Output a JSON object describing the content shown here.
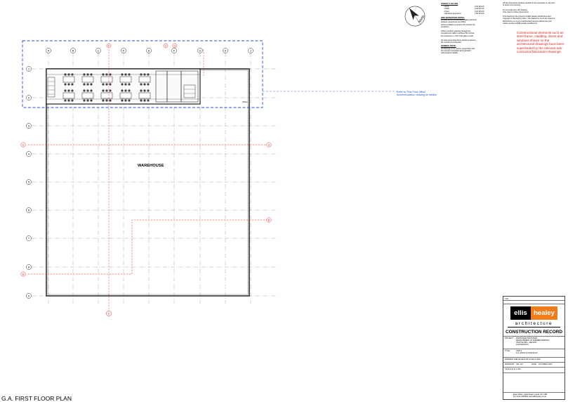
{
  "north_label": "North",
  "warehouse_label": "WAREHOUSE",
  "page_title": "G.A. FIRST FLOOR PLAN",
  "office_note": [
    "Refer to 'First Floor Office",
    "Accommodation' drawing for details"
  ],
  "office_label": "Office",
  "red_note": "Constructional elements such as steel frame, cladding, doors and windows shown on the architectural drawings have been superseded by the relevant sub-contractor/fabrication drawings.",
  "grid_columns": [
    "A",
    "B",
    "C",
    "D",
    "E",
    "F",
    "G",
    "H",
    "J"
  ],
  "grid_rows": [
    "1",
    "2",
    "3",
    "4",
    "5",
    "6",
    "7",
    "8",
    "9"
  ],
  "fire_markers_col": [
    "D",
    "G"
  ],
  "fire_markers_edge": [
    "A",
    "A",
    "B",
    "B"
  ],
  "notes_left": {
    "target_heading": "TARGET U-VALUES",
    "target_lines": [
      "Roof:",
      "Walls:",
      "Floor:",
      "Windows and doors:"
    ],
    "target_values": [
      "0.20 W/m²K",
      "0.23 W/m²K",
      "0.22 W/m²K",
      "1.60 W/m²K"
    ],
    "fire_heading": "FIRE SEPARATION NOTES:",
    "fire_lines": [
      "All steel within compartment walls and floors",
      "between warehouse and office",
      "accommodation to achieve 60 minutes fire",
      "protection.",
      "",
      "Active members passing through the",
      "compartment walls to achieve 60 minutes",
      "fire protection to 1.5m both sides of wall.",
      "",
      "All steel supporting floors shown to achieve",
      "60 minutes fire protection."
    ],
    "general_heading": "GENERAL NOTE:",
    "general_lines": [
      "All drawings to be read in conjunction with",
      "the relevant consultant and specialist",
      "subcontractor details."
    ]
  },
  "notes_right": [
    "All site dimensions shall be verified by the contractor on site prior",
    "to works commencing.",
    "",
    "Do not scale from this drawing.",
    "Only work to written dimensions.",
    "",
    "This drawing is the property of Ellis Healey Architecture and",
    "copyright is reserved by them. The drawing is not to be copied or",
    "disclosed by or to any unauthorised persons without the prior",
    "written consent of Ellis Healey Architecture."
  ],
  "title_block": {
    "logo_left": "ellis",
    "logo_right": "healey",
    "architecture": "architecture",
    "record": "CONSTRUCTION RECORD",
    "project_label": "PROJECT",
    "project": [
      "PROPOSED INDUSTRIAL",
      "DEVELOPMENT AT FORMER BURNLEY",
      "TEXTILE MILL, NELSON",
      "& EXTENSION"
    ],
    "title_label": "TITLE",
    "title": [
      "UNIT 3",
      "G.A. FIRST FLOOR PLAN"
    ],
    "dwg_label": "DRAWING NO.",
    "dwg": "LCSH-EHA-ZZ-01-DR-A-0203",
    "drawn_label": "DRAWN BY",
    "drawn": "HM / AH",
    "date_label": "DATE",
    "date": "OCTOBER 2023",
    "scale_label": "SCALE @ A1",
    "scale": "1:200",
    "rev": "C03",
    "address": [
      "Ewen Place, Keller Road, Leeds LS7 1PB",
      "Tel: 0113 3425000 www.ellishealey.co.uk"
    ]
  },
  "colors": {
    "grid": "#8a8a8a",
    "wall": "#333333",
    "fire_red": "#e02020",
    "office_blue": "#1f4fd6",
    "logo_orange": "#f07d1a"
  }
}
